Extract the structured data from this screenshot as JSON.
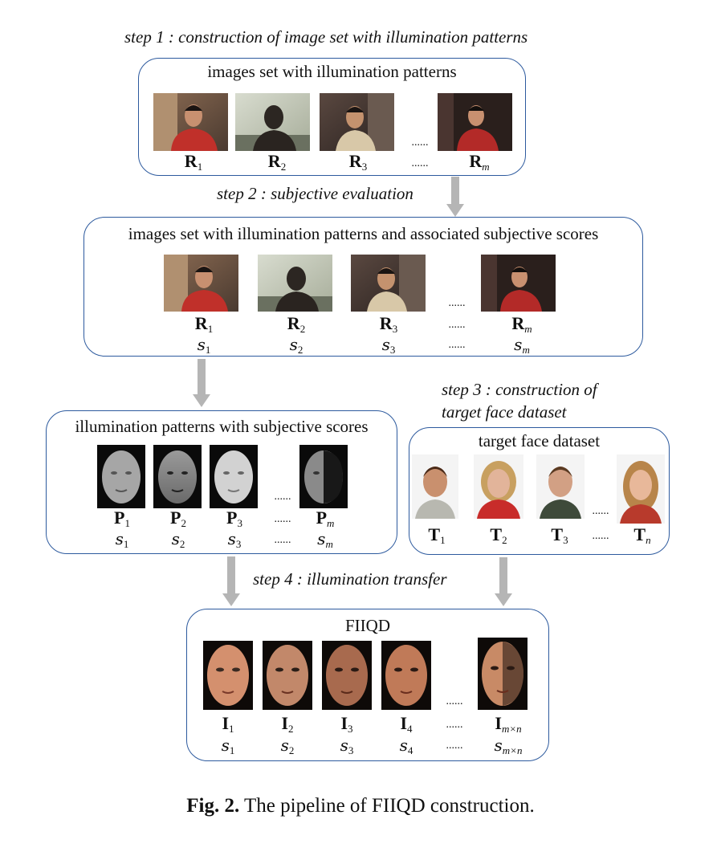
{
  "steps": {
    "step1": "step 1 : construction of image set with illumination patterns",
    "step2": "step 2 : subjective evaluation",
    "step3_line1": "step 3 : construction of",
    "step3_line2": "target face dataset",
    "step4": "step 4 : illumination transfer"
  },
  "boxes": {
    "box1_title": "images set with illumination patterns",
    "box2_title": "images set with illumination patterns and associated subjective scores",
    "box3_title": "illumination patterns with subjective scores",
    "box4_title": "target face dataset",
    "box5_title": "FIIQD"
  },
  "labels": {
    "R": "R",
    "P": "P",
    "T": "T",
    "I": "I",
    "s": "s",
    "sub1": "1",
    "sub2": "2",
    "sub3": "3",
    "sub4": "4",
    "subm": "m",
    "subn": "n",
    "submn": "m×n",
    "dots": "......"
  },
  "caption": {
    "fig": "Fig. 2.",
    "text": " The pipeline of FIIQD construction."
  },
  "colors": {
    "box_border": "#2d5a9e",
    "arrow": "#b5b5b5"
  }
}
